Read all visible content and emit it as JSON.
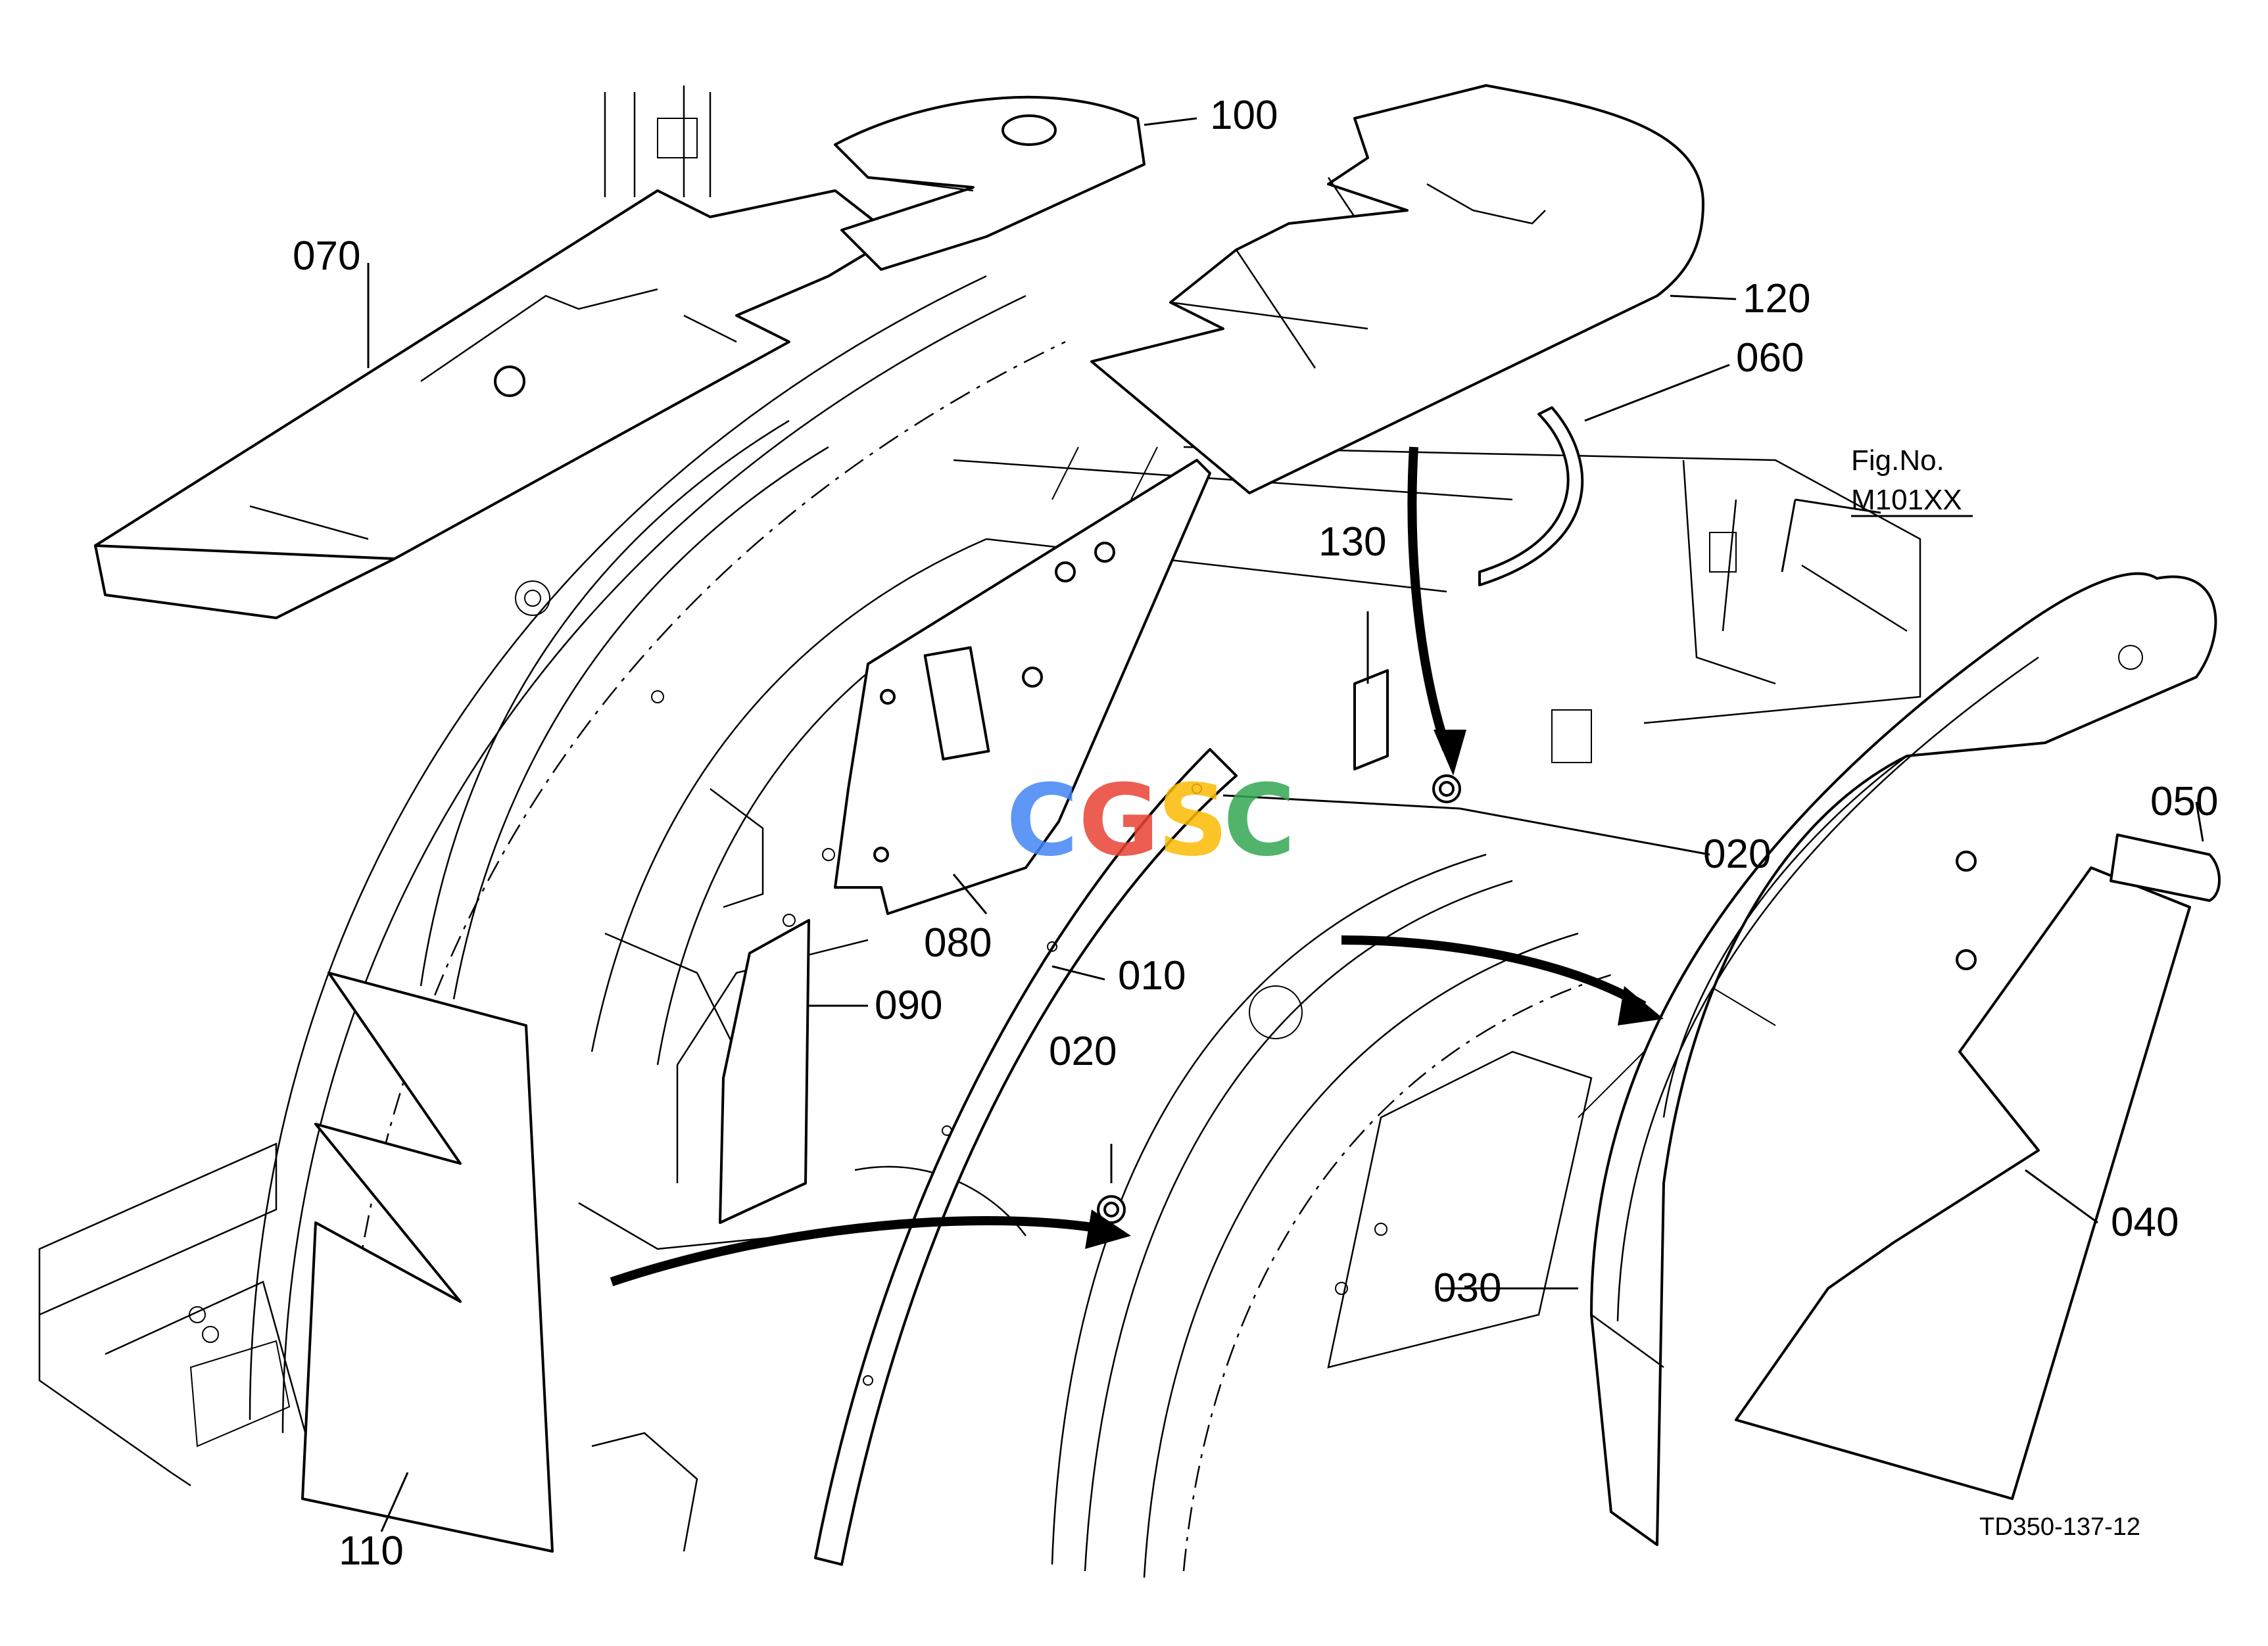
{
  "diagram": {
    "drawing_code": "TD350-137-12",
    "figure_ref": {
      "label": "Fig.No.",
      "number": "M101XX"
    },
    "watermark": {
      "letters": [
        "C",
        "G",
        "S",
        "C"
      ],
      "colors": [
        "#4285F4",
        "#EA4335",
        "#FBBC05",
        "#34A853"
      ]
    },
    "callouts": {
      "p010": "010",
      "p020a": "020",
      "p020b": "020",
      "p030": "030",
      "p040": "040",
      "p050": "050",
      "p060": "060",
      "p070": "070",
      "p080": "080",
      "p090": "090",
      "p100": "100",
      "p110": "110",
      "p120": "120",
      "p130": "130"
    }
  }
}
